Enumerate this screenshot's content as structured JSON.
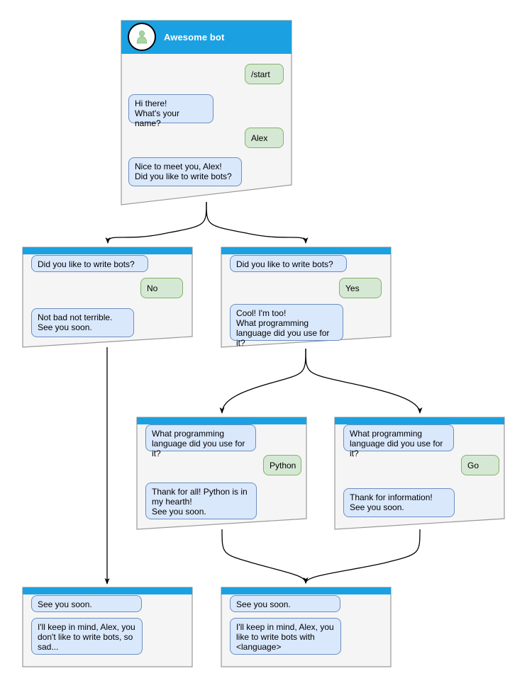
{
  "diagram": {
    "title": "Awesome bot conversation flow",
    "colors": {
      "header": "#1ba1e2",
      "node_body": "#f5f5f5",
      "node_border": "#999999",
      "bot_bubble_fill": "#dae8fc",
      "bot_bubble_border": "#6c8ebf",
      "user_bubble_fill": "#d5e8d4",
      "user_bubble_border": "#82b366",
      "edge": "#000000",
      "avatar_person": "#a8d5a2"
    }
  },
  "nodes": {
    "start": {
      "header_title": "Awesome bot",
      "avatar_icon": "person-avatar-icon",
      "messages": [
        {
          "side": "user",
          "text": "/start"
        },
        {
          "side": "bot",
          "text": "Hi there!\nWhat's your name?"
        },
        {
          "side": "user",
          "text": "Alex"
        },
        {
          "side": "bot",
          "text": "Nice to meet you, Alex!\nDid you like to write bots?"
        }
      ]
    },
    "no_branch": {
      "messages": [
        {
          "side": "bot",
          "text": "Did you like to write bots?"
        },
        {
          "side": "user",
          "text": "No"
        },
        {
          "side": "bot",
          "text": "Not bad not terrible.\nSee you soon."
        }
      ]
    },
    "yes_branch": {
      "messages": [
        {
          "side": "bot",
          "text": "Did you like to write bots?"
        },
        {
          "side": "user",
          "text": "Yes"
        },
        {
          "side": "bot",
          "text": "Cool! I'm too!\nWhat programming\nlanguage did you use for it?"
        }
      ]
    },
    "python_branch": {
      "messages": [
        {
          "side": "bot",
          "text": "What programming\nlanguage did you use for it?"
        },
        {
          "side": "user",
          "text": "Python"
        },
        {
          "side": "bot",
          "text": "Thank for all! Python is in\nmy hearth!\nSee you soon."
        }
      ]
    },
    "go_branch": {
      "messages": [
        {
          "side": "bot",
          "text": "What programming\nlanguage did you use for it?"
        },
        {
          "side": "user",
          "text": "Go"
        },
        {
          "side": "bot",
          "text": "Thank for information!\nSee you soon."
        }
      ]
    },
    "end_no": {
      "messages": [
        {
          "side": "bot",
          "text": "See you soon."
        },
        {
          "side": "bot",
          "text": "I'll keep in mind, Alex, you\ndon't like to write bots, so\nsad..."
        }
      ]
    },
    "end_yes": {
      "messages": [
        {
          "side": "bot",
          "text": "See you soon."
        },
        {
          "side": "bot",
          "text": "I'll keep in mind, Alex, you\nlike to write bots with\n<language>"
        }
      ]
    }
  }
}
